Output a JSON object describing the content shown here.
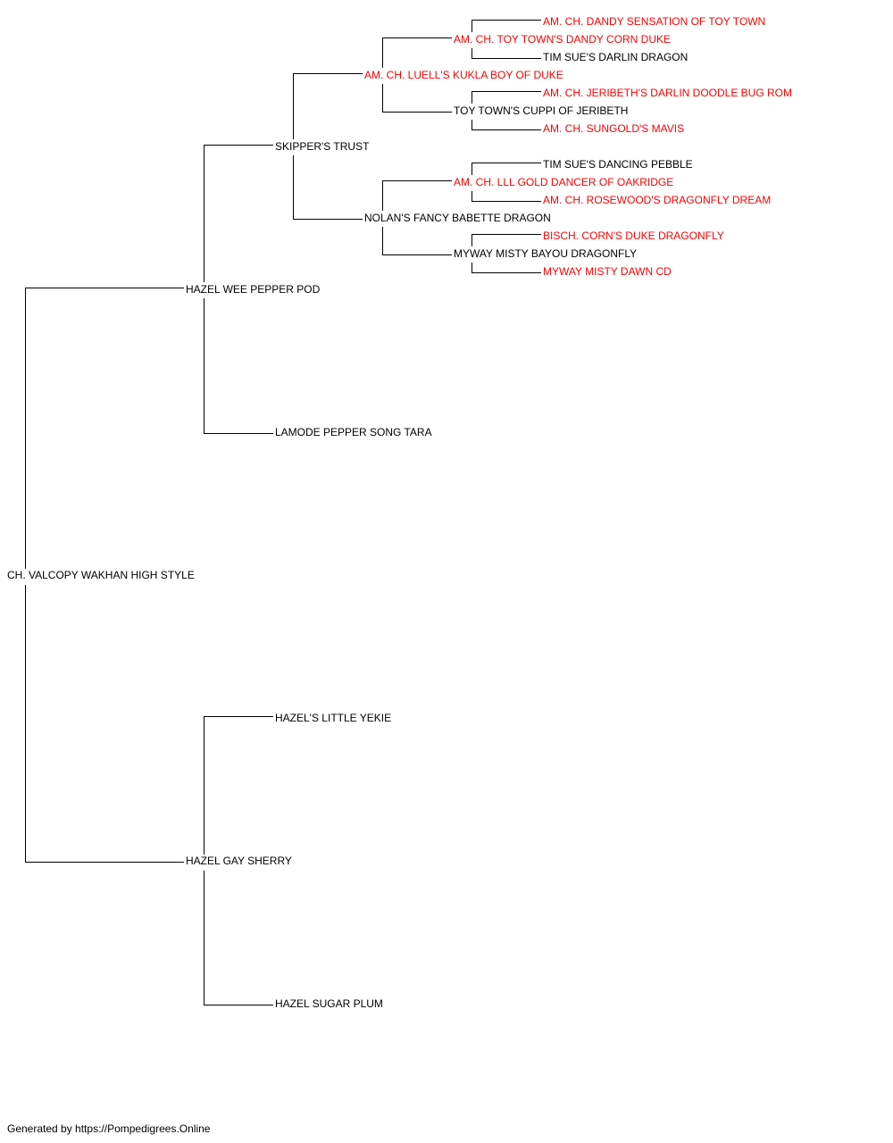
{
  "pedigree": {
    "colors": {
      "champion": "#ff0000",
      "normal": "#000000",
      "line": "#000000"
    },
    "subject": {
      "name": "CH. VALCOPY WAKHAN HIGH STYLE",
      "champion": false
    },
    "sire": {
      "name": "HAZEL WEE PEPPER POD",
      "champion": false
    },
    "dam": {
      "name": "HAZEL GAY SHERRY",
      "champion": false
    },
    "sire_sire": {
      "name": "SKIPPER'S TRUST",
      "champion": false
    },
    "sire_dam": {
      "name": "LAMODE PEPPER SONG TARA",
      "champion": false
    },
    "dam_sire": {
      "name": "HAZEL'S LITTLE YEKIE",
      "champion": false
    },
    "dam_dam": {
      "name": "HAZEL SUGAR PLUM",
      "champion": false
    },
    "ss_sire": {
      "name": "AM. CH. LUELL'S KUKLA BOY OF DUKE",
      "champion": true
    },
    "ss_dam": {
      "name": "NOLAN'S FANCY BABETTE DRAGON",
      "champion": false
    },
    "sss_sire": {
      "name": "AM. CH. TOY TOWN'S DANDY CORN DUKE",
      "champion": true
    },
    "sss_dam": {
      "name": "TOY TOWN'S CUPPI OF JERIBETH",
      "champion": false
    },
    "ssd_sire": {
      "name": "AM. CH. LLL GOLD DANCER OF OAKRIDGE",
      "champion": true
    },
    "ssd_dam": {
      "name": "MYWAY MISTY BAYOU DRAGONFLY",
      "champion": false
    },
    "ssss_sire": {
      "name": "AM. CH. DANDY SENSATION OF TOY TOWN",
      "champion": true
    },
    "ssss_dam": {
      "name": "TIM SUE'S DARLIN DRAGON",
      "champion": false
    },
    "sssd_sire": {
      "name": "AM. CH. JERIBETH'S DARLIN DOODLE BUG ROM",
      "champion": true
    },
    "sssd_dam": {
      "name": "AM. CH. SUNGOLD'S MAVIS",
      "champion": true
    },
    "ssds_sire": {
      "name": "TIM SUE'S DANCING PEBBLE",
      "champion": false
    },
    "ssds_dam": {
      "name": "AM. CH. ROSEWOOD'S DRAGONFLY DREAM",
      "champion": true
    },
    "ssdd_sire": {
      "name": "BISCH. CORN'S DUKE DRAGONFLY",
      "champion": true
    },
    "ssdd_dam": {
      "name": "MYWAY MISTY DAWN CD",
      "champion": true
    }
  },
  "footer": {
    "text": "Generated by https://Pompedigrees.Online"
  }
}
